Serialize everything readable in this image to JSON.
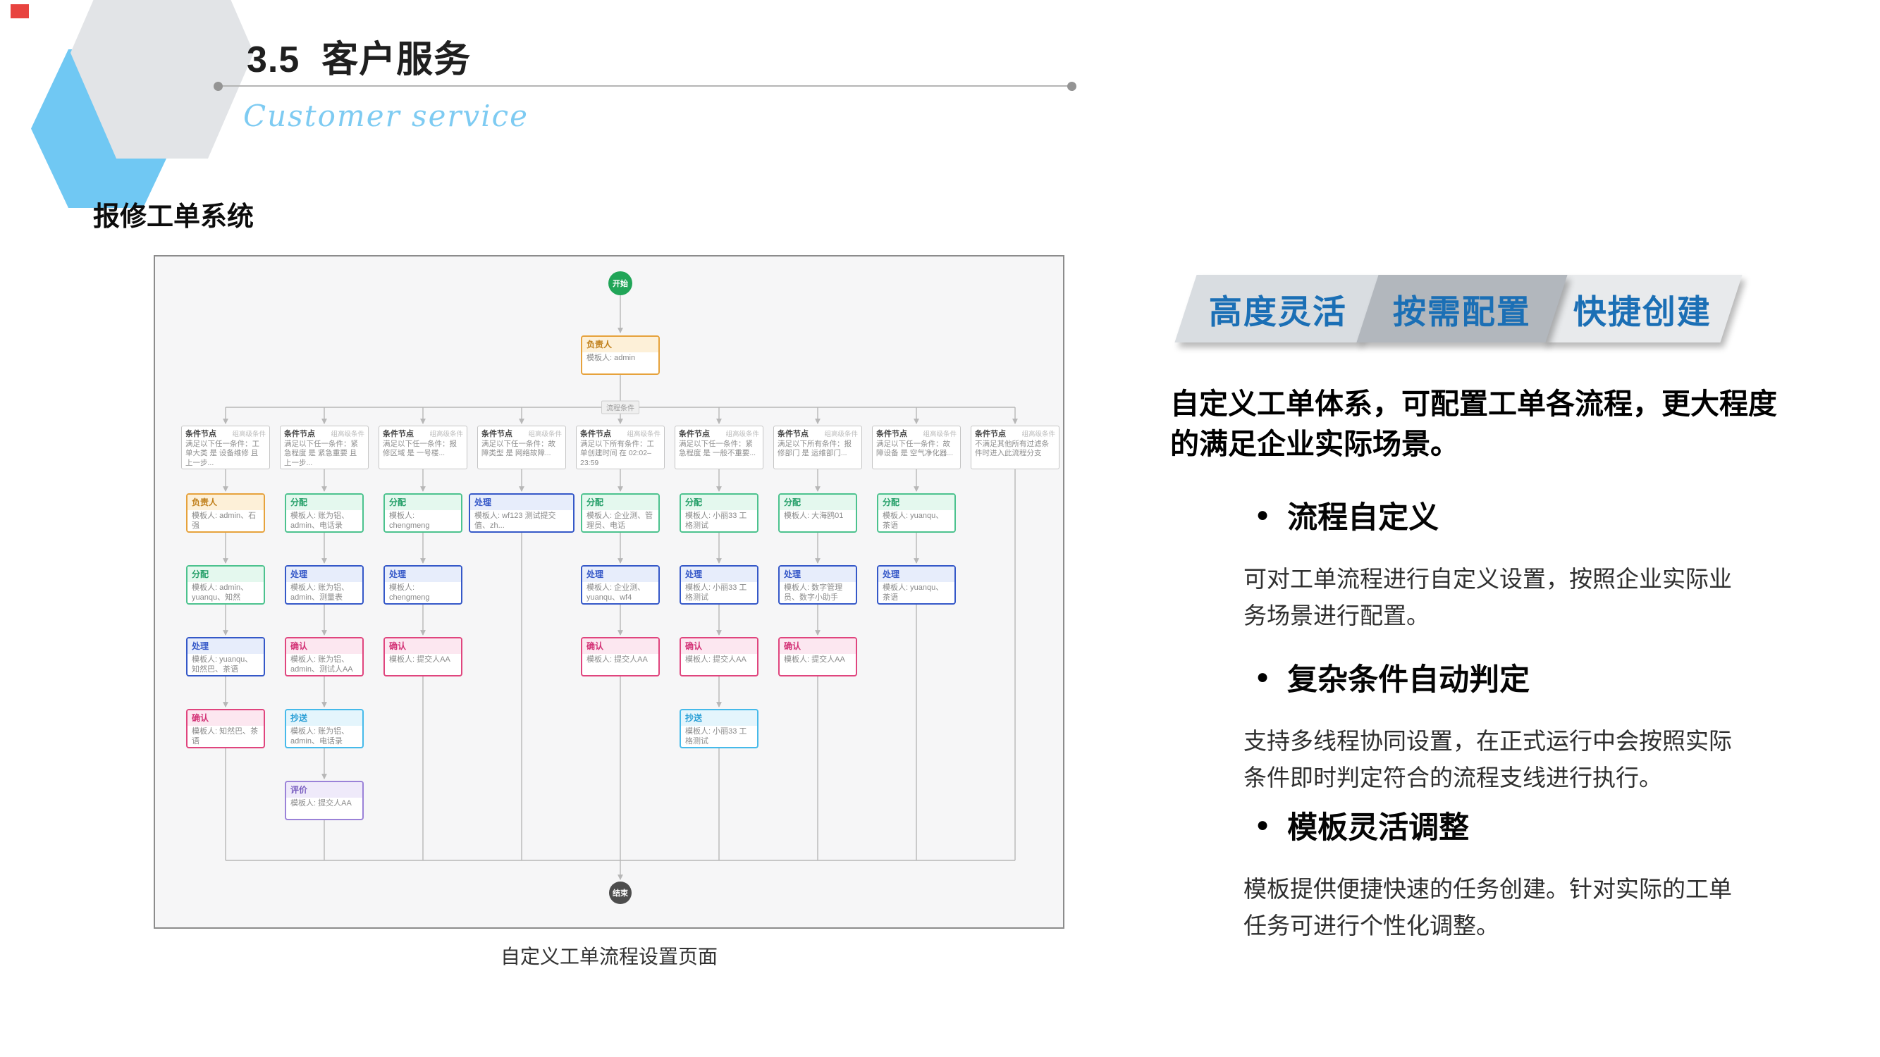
{
  "slide": {
    "section_number_title": "3.5  客户服务",
    "subtitle": "Customer service",
    "left_heading": "报修工单系统",
    "diagram_caption": "自定义工单流程设置页面"
  },
  "ui": {
    "bullet": "●"
  },
  "tabs": [
    {
      "label": "高度灵活"
    },
    {
      "label": "按需配置"
    },
    {
      "label": "快捷创建"
    }
  ],
  "intro_text": "自定义工单体系，可配置工单各流程，更大程度的满足企业实际场景。",
  "features": [
    {
      "title": "流程自定义",
      "body": "可对工单流程进行自定义设置，按照企业实际业务场景进行配置。"
    },
    {
      "title": "复杂条件自动判定",
      "body": "支持多线程协同设置，在正式运行中会按照实际条件即时判定符合的流程支线进行执行。"
    },
    {
      "title": "模板灵活调整",
      "body": "模板提供便捷快速的任务创建。针对实际的工单任务可进行个性化调整。"
    }
  ],
  "colors": {
    "accent_blue": "#70c8f3",
    "tab_text_blue": "#1b6fb5",
    "start_green": "#21a558",
    "end_gray": "#4d4d4d",
    "connector_gray": "#b7b7b7",
    "node_types": {
      "owner": {
        "border": "#e6a23c",
        "bg": "#fdf0d8",
        "text": "#c07f1a"
      },
      "assign": {
        "border": "#4cc28e",
        "bg": "#e4f8ee",
        "text": "#27a06a"
      },
      "handle": {
        "border": "#3558c8",
        "bg": "#e7edfb",
        "text": "#3558c8"
      },
      "confirm": {
        "border": "#e0457e",
        "bg": "#fce7f0",
        "text": "#d33276"
      },
      "cc": {
        "border": "#46baea",
        "bg": "#e4f5fc",
        "text": "#2a9fd6"
      },
      "review": {
        "border": "#9b82d8",
        "bg": "#efeafa",
        "text": "#7a5fc0"
      }
    }
  },
  "flowchart": {
    "start_label": "开始",
    "end_label": "结束",
    "branch_label": "流程条件",
    "condition_header": "条件节点",
    "condition_tag": "组高级条件",
    "owner_node": {
      "type": "owner",
      "label": "负责人",
      "body": "模板人: admin"
    },
    "columns": [
      {
        "condition": "满足以下任一条件：工单大类 是 设备维修 且 上一步...",
        "nodes": [
          {
            "type": "owner",
            "label": "负责人",
            "body": "模板人: admin、石强"
          },
          {
            "type": "assign",
            "label": "分配",
            "body": "模板人: admin、yuanqu、知然"
          },
          {
            "type": "handle",
            "label": "处理",
            "body": "模板人: yuanqu、知然巴、茶语"
          },
          {
            "type": "confirm",
            "label": "确认",
            "body": "模板人: 知然巴、茶语"
          }
        ]
      },
      {
        "condition": "满足以下任一条件：紧急程度 是 紧急重要 且 上一步...",
        "nodes": [
          {
            "type": "assign",
            "label": "分配",
            "body": "模板人: 账为铝、admin、电话录"
          },
          {
            "type": "handle",
            "label": "处理",
            "body": "模板人: 账为铝、admin、测量表"
          },
          {
            "type": "confirm",
            "label": "确认",
            "body": "模板人: 账为铝、admin、测试人AA"
          },
          {
            "type": "cc",
            "label": "抄送",
            "body": "模板人: 账为铝、admin、电话录"
          },
          {
            "type": "review",
            "label": "评价",
            "body": "模板人: 提交人AA"
          }
        ]
      },
      {
        "condition": "满足以下任一条件：报修区域 是 一号楼...",
        "nodes": [
          {
            "type": "assign",
            "label": "分配",
            "body": "模板人: chengmeng"
          },
          {
            "type": "handle",
            "label": "处理",
            "body": "模板人: chengmeng"
          },
          {
            "type": "confirm",
            "label": "确认",
            "body": "模板人: 提交人AA"
          }
        ]
      },
      {
        "condition": "满足以下任一条件：故障类型 是 网络故障...",
        "wide": true,
        "nodes": [
          {
            "type": "handle",
            "label": "处理",
            "body": "模板人: wf123 测试提交值、zh..."
          }
        ]
      },
      {
        "condition": "满足以下所有条件：工单创建时间 在 02:02–23:59",
        "nodes": [
          {
            "type": "assign",
            "label": "分配",
            "body": "模板人: 企业测、管理员、电话"
          },
          {
            "type": "handle",
            "label": "处理",
            "body": "模板人: 企业测、yuanqu、wf4"
          },
          {
            "type": "confirm",
            "label": "确认",
            "body": "模板人: 提交人AA"
          }
        ]
      },
      {
        "condition": "满足以下任一条件：紧急程度 是 一般不重要...",
        "nodes": [
          {
            "type": "assign",
            "label": "分配",
            "body": "模板人: 小丽33 工格测试"
          },
          {
            "type": "handle",
            "label": "处理",
            "body": "模板人: 小丽33 工格测试"
          },
          {
            "type": "confirm",
            "label": "确认",
            "body": "模板人: 提交人AA"
          },
          {
            "type": "cc",
            "label": "抄送",
            "body": "模板人: 小丽33 工格测试"
          }
        ]
      },
      {
        "condition": "满足以下所有条件：报修部门 是 运维部门...",
        "nodes": [
          {
            "type": "assign",
            "label": "分配",
            "body": "模板人: 大海鸥01"
          },
          {
            "type": "handle",
            "label": "处理",
            "body": "模板人: 数字管理员、数字小助手"
          },
          {
            "type": "confirm",
            "label": "确认",
            "body": "模板人: 提交人AA"
          }
        ]
      },
      {
        "condition": "满足以下任一条件：故障设备 是 空气净化器...",
        "nodes": [
          {
            "type": "assign",
            "label": "分配",
            "body": "模板人: yuanqu、茶语"
          },
          {
            "type": "handle",
            "label": "处理",
            "body": "模板人: yuanqu、茶语"
          }
        ]
      },
      {
        "condition": "不满足其他所有过滤条件时进入此流程分支",
        "nodes": []
      }
    ]
  }
}
